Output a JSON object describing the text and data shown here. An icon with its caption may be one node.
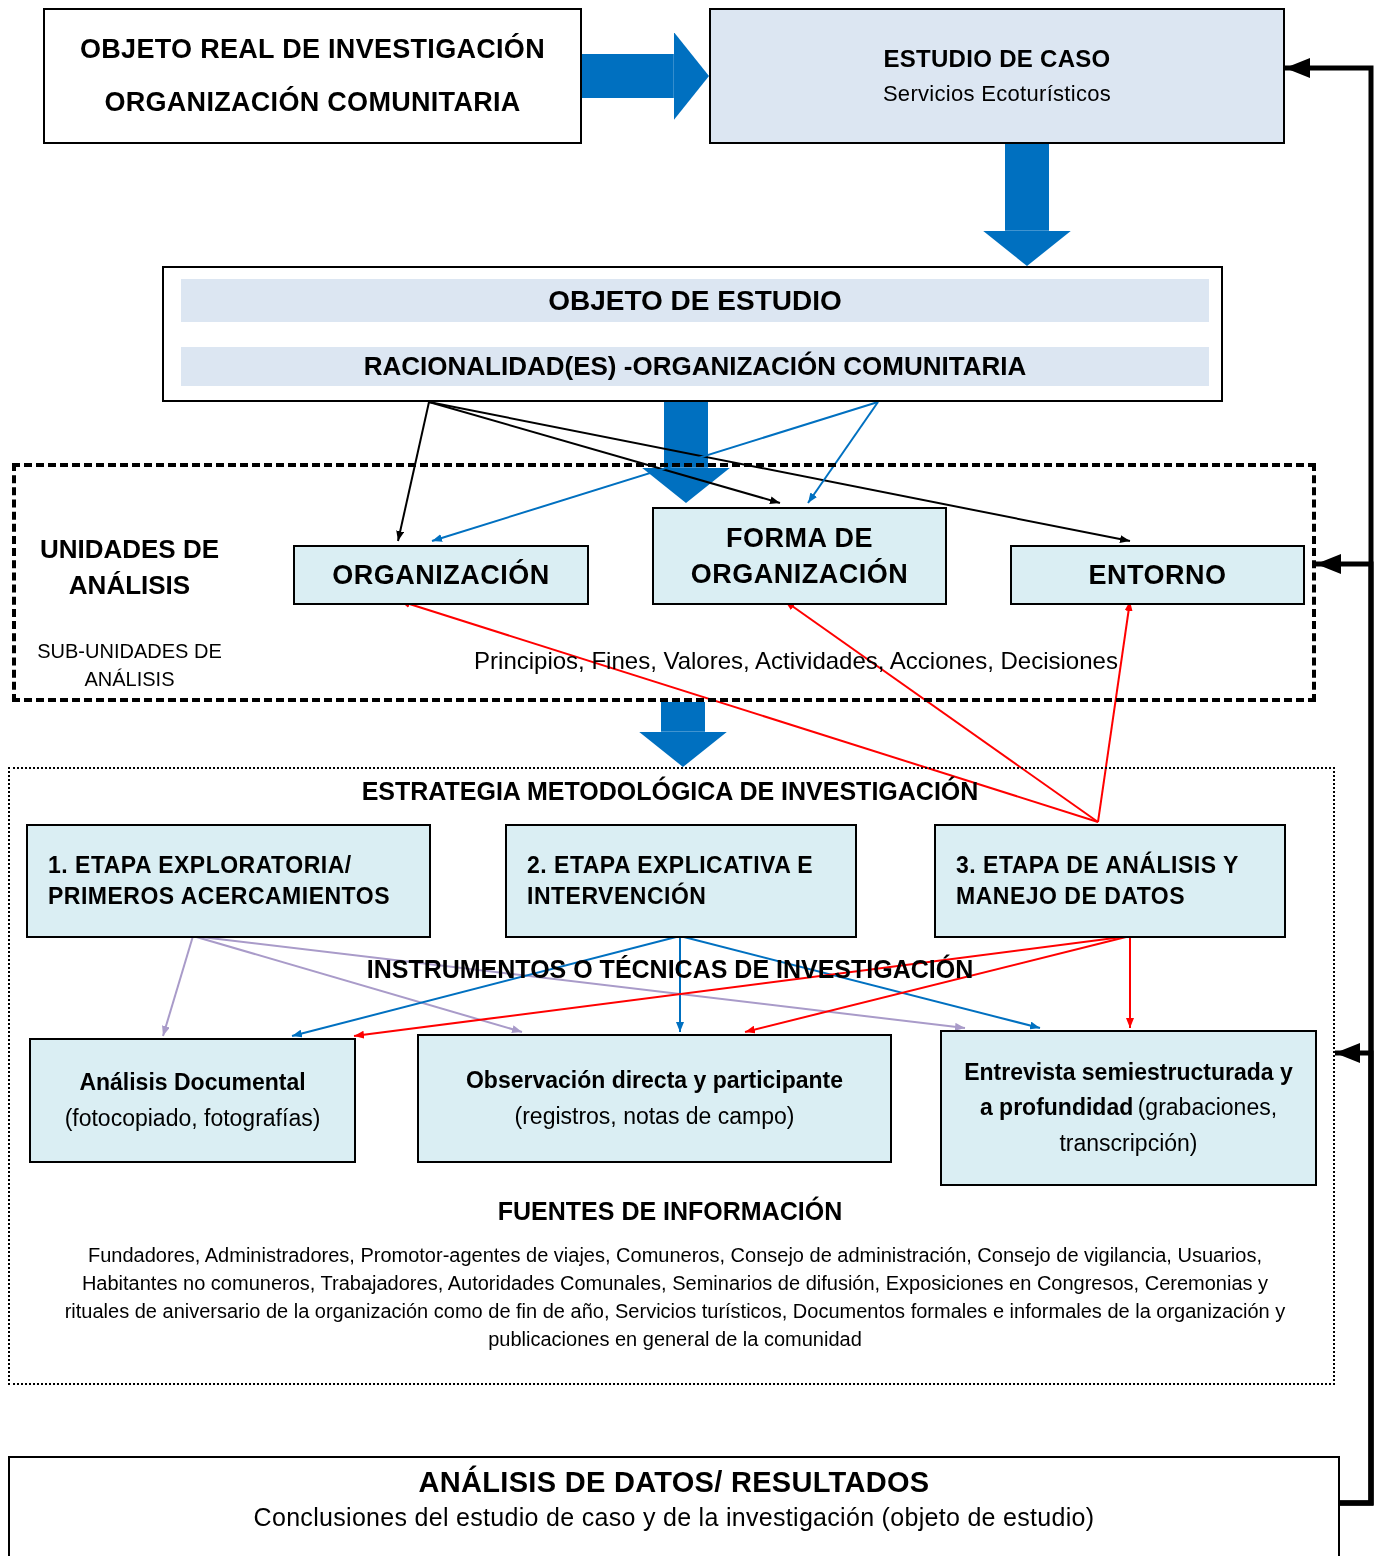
{
  "diagram": {
    "nodes": [
      {
        "text": [
          "OBJETO REAL DE INVESTIGACIÓN",
          "ORGANIZACIÓN COMUNITARIA"
        ]
      },
      {
        "text": [
          "ESTUDIO DE CASO",
          "Servicios Ecoturísticos"
        ]
      },
      {
        "text": [
          "OBJETO DE ESTUDIO",
          "RACIONALIDAD(ES) -ORGANIZACIÓN COMUNITARIA"
        ]
      },
      {
        "text": [
          "UNIDADES DE ANÁLISIS",
          "SUB-UNIDADES DE ANÁLISIS",
          "Principios, Fines, Valores, Actividades, Acciones, Decisiones"
        ]
      },
      {
        "text": [
          "ORGANIZACIÓN"
        ],
        "in": 3
      },
      {
        "text": [
          "FORMA DE ORGANIZACIÓN"
        ],
        "in": 3
      },
      {
        "text": [
          "ENTORNO"
        ],
        "in": 3
      },
      {
        "text": [
          "ESTRATEGIA METODOLÓGICA DE INVESTIGACIÓN",
          "INSTRUMENTOS O TÉCNICAS DE INVESTIGACIÓN",
          "FUENTES DE INFORMACIÓN",
          "Fundadores, Administradores, Promotor-agentes de viajes, Comuneros, Consejo de administración, Consejo de vigilancia, Usuarios, Habitantes no comuneros, Trabajadores, Autoridades Comunales, Seminarios de difusión, Exposiciones en Congresos, Ceremonias y rituales de aniversario de la organización como de fin de año, Servicios turísticos, Documentos formales e informales de la organización y publicaciones en general de la comunidad"
        ]
      },
      {
        "text": [
          "1. ETAPA EXPLORATORIA/ PRIMEROS ACERCAMIENTOS"
        ],
        "in": 7
      },
      {
        "text": [
          "2. ETAPA EXPLICATIVA E INTERVENCIÓN"
        ],
        "in": 7
      },
      {
        "text": [
          "3. ETAPA DE ANÁLISIS Y MANEJO DE DATOS"
        ],
        "in": 7
      },
      {
        "text": [
          "Análisis Documental",
          "(fotocopiado, fotografías)"
        ],
        "in": 7
      },
      {
        "text": [
          "Observación directa y participante",
          "(registros, notas de campo)"
        ],
        "in": 7
      },
      {
        "text": [
          "Entrevista semiestructurada y a profundidad",
          "(grabaciones, transcripción)"
        ],
        "in": 7
      },
      {
        "text": [
          "ANÁLISIS DE DATOS/ RESULTADOS",
          "Conclusiones del estudio de caso y de la investigación (objeto de estudio)"
        ]
      }
    ],
    "edges": [
      {
        "from": 0,
        "to": 1,
        "arrow": "to",
        "style": "thick",
        "color": "#0070c0"
      },
      {
        "from": 1,
        "to": 2,
        "arrow": "to",
        "style": "thick",
        "color": "#0070c0"
      },
      {
        "from": 2,
        "to": 5,
        "arrow": "to",
        "style": "thick",
        "color": "#0070c0"
      },
      {
        "from": 3,
        "to": 7,
        "arrow": "to",
        "style": "thick",
        "color": "#0070c0"
      },
      {
        "from": 2,
        "to": 4,
        "arrow": "to",
        "color": "#000000"
      },
      {
        "from": 2,
        "to": 5,
        "arrow": "to",
        "color": "#000000"
      },
      {
        "from": 2,
        "to": 6,
        "arrow": "to",
        "color": "#000000"
      },
      {
        "from": 2,
        "to": 4,
        "arrow": "to",
        "color": "#0070c0"
      },
      {
        "from": 2,
        "to": 5,
        "arrow": "to",
        "color": "#0070c0"
      },
      {
        "from": 10,
        "to": 4,
        "arrow": "to",
        "color": "#ff0000"
      },
      {
        "from": 10,
        "to": 5,
        "arrow": "to",
        "color": "#ff0000"
      },
      {
        "from": 10,
        "to": 6,
        "arrow": "to",
        "color": "#ff0000"
      },
      {
        "from": 8,
        "to": 11,
        "arrow": "to",
        "color": "#a99bc9"
      },
      {
        "from": 8,
        "to": 12,
        "arrow": "to",
        "color": "#a99bc9"
      },
      {
        "from": 8,
        "to": 13,
        "arrow": "to",
        "color": "#a99bc9"
      },
      {
        "from": 9,
        "to": 11,
        "arrow": "to",
        "color": "#0070c0"
      },
      {
        "from": 9,
        "to": 12,
        "arrow": "to",
        "color": "#0070c0"
      },
      {
        "from": 9,
        "to": 13,
        "arrow": "to",
        "color": "#0070c0"
      },
      {
        "from": 10,
        "to": 11,
        "arrow": "to",
        "color": "#ff0000"
      },
      {
        "from": 10,
        "to": 12,
        "arrow": "to",
        "color": "#ff0000"
      },
      {
        "from": 10,
        "to": 13,
        "arrow": "to",
        "color": "#ff0000"
      },
      {
        "from": 14,
        "to": 1,
        "arrow": "to",
        "style": "thick",
        "color": "#000000"
      },
      {
        "from": 14,
        "to": 3,
        "arrow": "to",
        "style": "thick",
        "color": "#000000"
      },
      {
        "from": 14,
        "to": 7,
        "arrow": "to",
        "style": "thick",
        "color": "#000000"
      }
    ]
  }
}
